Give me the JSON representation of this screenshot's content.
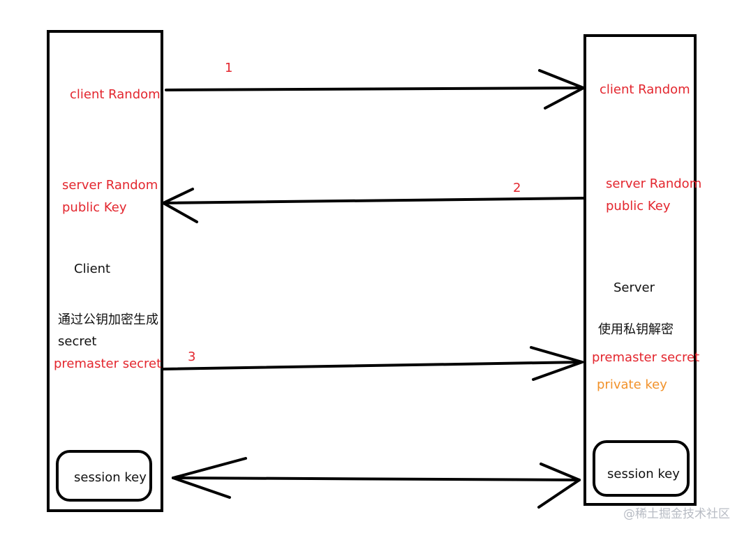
{
  "client": {
    "title": "Client",
    "step1": "client Random",
    "recv_server_random": "server Random",
    "recv_public_key": "public Key",
    "encrypt_note_line1": "通过公钥加密生成",
    "encrypt_note_line2": "secret",
    "premaster": "premaster secret",
    "session_key": "session key"
  },
  "server": {
    "title": "Server",
    "recv_client_random": "client Random",
    "server_random": "server Random",
    "public_key": "public Key",
    "decrypt_note": "使用私钥解密",
    "premaster": "premaster secret",
    "private_key": "private key",
    "session_key": "session key"
  },
  "steps": {
    "step1": "1",
    "step2": "2",
    "step3": "3"
  },
  "watermark": "@稀土掘金技术社区",
  "colors": {
    "red": "#e3262e",
    "black": "#111111",
    "orange": "#f2922a"
  }
}
